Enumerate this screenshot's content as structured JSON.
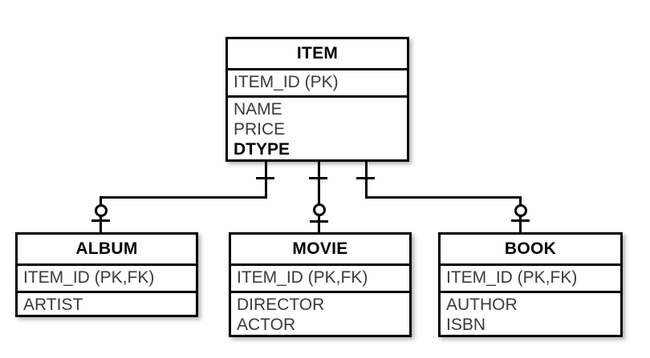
{
  "diagram": {
    "type": "entity-relationship-diagram",
    "notation": "crow-foot",
    "entities": [
      {
        "id": "item",
        "name": "ITEM",
        "key_attributes": [
          "ITEM_ID (PK)"
        ],
        "attributes": [
          {
            "label": "NAME",
            "bold": false
          },
          {
            "label": "PRICE",
            "bold": false
          },
          {
            "label": "DTYPE",
            "bold": true
          }
        ]
      },
      {
        "id": "album",
        "name": "ALBUM",
        "key_attributes": [
          "ITEM_ID (PK,FK)"
        ],
        "attributes": [
          {
            "label": "ARTIST",
            "bold": false
          }
        ]
      },
      {
        "id": "movie",
        "name": "MOVIE",
        "key_attributes": [
          "ITEM_ID (PK,FK)"
        ],
        "attributes": [
          {
            "label": "DIRECTOR",
            "bold": false
          },
          {
            "label": "ACTOR",
            "bold": false
          }
        ]
      },
      {
        "id": "book",
        "name": "BOOK",
        "key_attributes": [
          "ITEM_ID (PK,FK)"
        ],
        "attributes": [
          {
            "label": "AUTHOR",
            "bold": false
          },
          {
            "label": "ISBN",
            "bold": false
          }
        ]
      }
    ],
    "relationships": [
      {
        "from": "item",
        "to": "album",
        "from_cardinality": "exactly-one",
        "to_cardinality": "zero-or-one"
      },
      {
        "from": "item",
        "to": "movie",
        "from_cardinality": "exactly-one",
        "to_cardinality": "zero-or-one"
      },
      {
        "from": "item",
        "to": "book",
        "from_cardinality": "exactly-one",
        "to_cardinality": "zero-or-one"
      }
    ],
    "colors": {
      "line": "#000000",
      "title_text": "#000000",
      "attribute_text": "#3a3a3a",
      "background": "#ffffff"
    }
  }
}
